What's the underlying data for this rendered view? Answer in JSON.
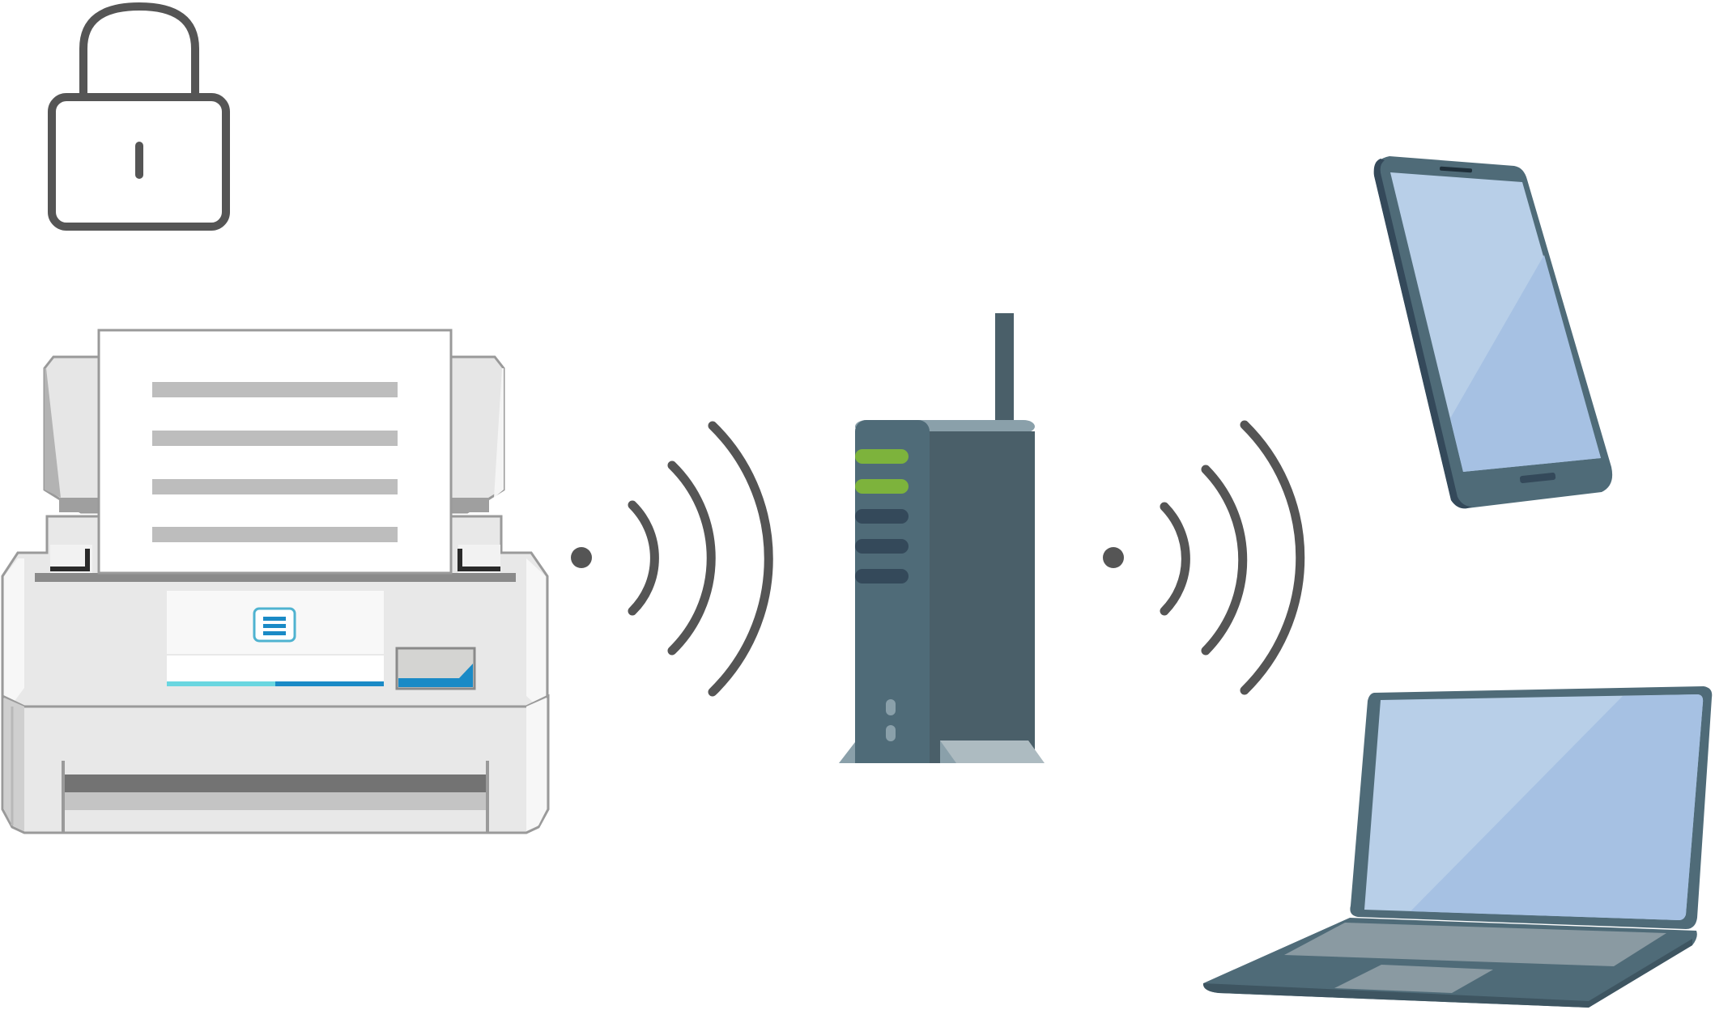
{
  "diagram": {
    "nodes": [
      {
        "id": "lock",
        "icon": "padlock-icon"
      },
      {
        "id": "scanner",
        "icon": "document-scanner-icon"
      },
      {
        "id": "router",
        "icon": "wireless-router-icon"
      },
      {
        "id": "smartphone",
        "icon": "smartphone-icon"
      },
      {
        "id": "laptop",
        "icon": "laptop-icon"
      }
    ],
    "connections": [
      {
        "from": "scanner",
        "to": "router",
        "icon": "wifi-signal-icon"
      },
      {
        "from": "router",
        "to": "smartphone",
        "icon": "wifi-signal-icon"
      },
      {
        "from": "router",
        "to": "laptop",
        "icon": "wifi-signal-icon"
      }
    ]
  },
  "colors": {
    "outline_dark": "#555555",
    "scanner_body": "#e8e8e8",
    "scanner_outline": "#9a9a9a",
    "scanner_accent_blue": "#1a8ac6",
    "scanner_accent_cyan": "#6ad6e0",
    "router_front": "#4f6b78",
    "router_side": "#4a5f69",
    "router_led_green": "#7db33c",
    "router_led_dark": "#34495a",
    "device_frame": "#4f6b78",
    "device_screen": "#b8cfe8",
    "device_screen_shade": "#a6c1e3",
    "laptop_keyboard": "#8a9aa2"
  }
}
